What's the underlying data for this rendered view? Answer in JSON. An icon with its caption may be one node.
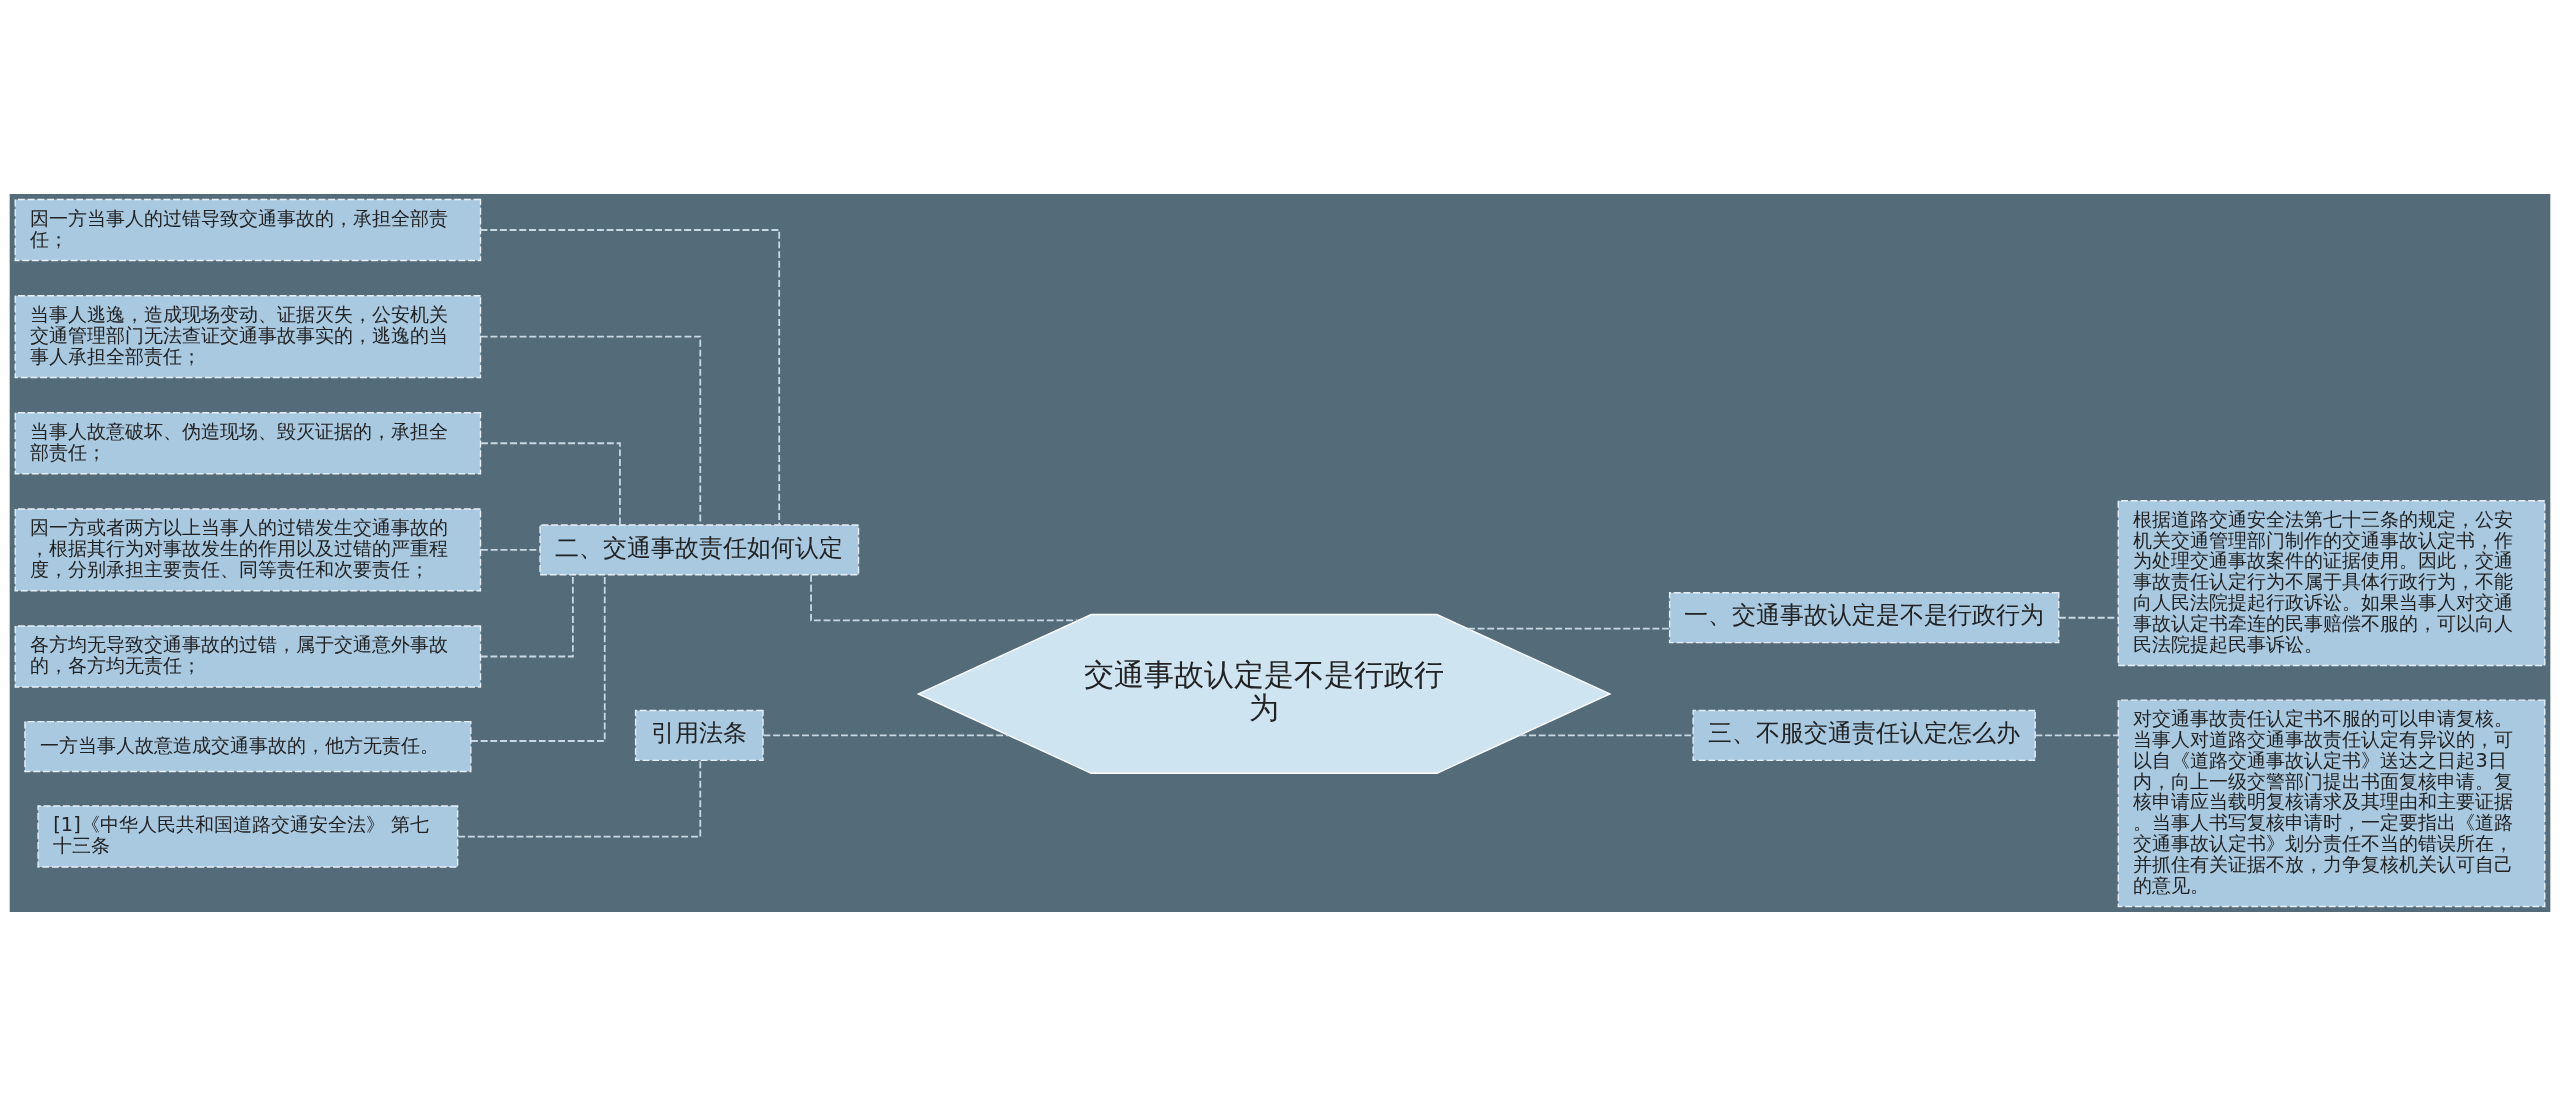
{
  "diagram": {
    "nodes": [
      {
        "text": [
          "交通事故认定是不是行政行为"
        ]
      },
      {
        "text": [
          "一、交通事故认定是不是行政行为"
        ]
      },
      {
        "text": [
          "根据道路交通安全法第七十三条的规定，公安机关交通管理部门制作的交通事故认定书，作为处理交通事故案件的证据使用。因此，交通事故责任认定行为不属于具体行政行为，不能向人民法院提起行政诉讼。如果当事人对交通事故认定书牵连的民事赔偿不服的，可以向人民法院提起民事诉讼。"
        ]
      },
      {
        "text": [
          "三、不服交通责任认定怎么办"
        ]
      },
      {
        "text": [
          "对交通事故责任认定书不服的可以申请复核。当事人对道路交通事故责任认定有异议的，可以自《道路交通事故认定书》送达之日起3日内，向上一级交警部门提出书面复核申请。复核申请应当载明复核请求及其理由和主要证据。当事人书写复核申请时，一定要指出《道路交通事故认定书》划分责任不当的错误所在，并抓住有关证据不放，力争复核机关认可自己的意见。"
        ]
      },
      {
        "text": [
          "二、交通事故责任如何认定"
        ]
      },
      {
        "text": [
          "因一方当事人的过错导致交通事故的，承担全部责任；"
        ]
      },
      {
        "text": [
          "当事人逃逸，造成现场变动、证据灭失，公安机关交通管理部门无法查证交通事故事实的，逃逸的当事人承担全部责任；"
        ]
      },
      {
        "text": [
          "当事人故意破坏、伪造现场、毁灭证据的，承担全部责任；"
        ]
      },
      {
        "text": [
          "因一方或者两方以上当事人的过错发生交通事故的，根据其行为对事故发生的作用以及过错的严重程度，分别承担主要责任、同等责任和次要责任；"
        ]
      },
      {
        "text": [
          "各方均无导致交通事故的过错，属于交通意外事故的，各方均无责任；"
        ]
      },
      {
        "text": [
          "一方当事人故意造成交通事故的，他方无责任。"
        ]
      },
      {
        "text": [
          "引用法条"
        ]
      },
      {
        "text": [
          "[1]《中华人民共和国道路交通安全法》 第七十三条"
        ]
      }
    ],
    "edges": [
      {
        "from": 0,
        "to": 1,
        "arrow": "none",
        "style": "dashed"
      },
      {
        "from": 1,
        "to": 2,
        "arrow": "none",
        "style": "dashed"
      },
      {
        "from": 0,
        "to": 3,
        "arrow": "none",
        "style": "dashed"
      },
      {
        "from": 3,
        "to": 4,
        "arrow": "none",
        "style": "dashed"
      },
      {
        "from": 0,
        "to": 5,
        "arrow": "none",
        "style": "dashed"
      },
      {
        "from": 5,
        "to": 6,
        "arrow": "none",
        "style": "dashed"
      },
      {
        "from": 5,
        "to": 7,
        "arrow": "none",
        "style": "dashed"
      },
      {
        "from": 5,
        "to": 8,
        "arrow": "none",
        "style": "dashed"
      },
      {
        "from": 5,
        "to": 9,
        "arrow": "none",
        "style": "dashed"
      },
      {
        "from": 5,
        "to": 10,
        "arrow": "none",
        "style": "dashed"
      },
      {
        "from": 5,
        "to": 11,
        "arrow": "none",
        "style": "dashed"
      },
      {
        "from": 0,
        "to": 12,
        "arrow": "none",
        "style": "dashed"
      },
      {
        "from": 12,
        "to": 13,
        "arrow": "none",
        "style": "dashed"
      }
    ]
  }
}
